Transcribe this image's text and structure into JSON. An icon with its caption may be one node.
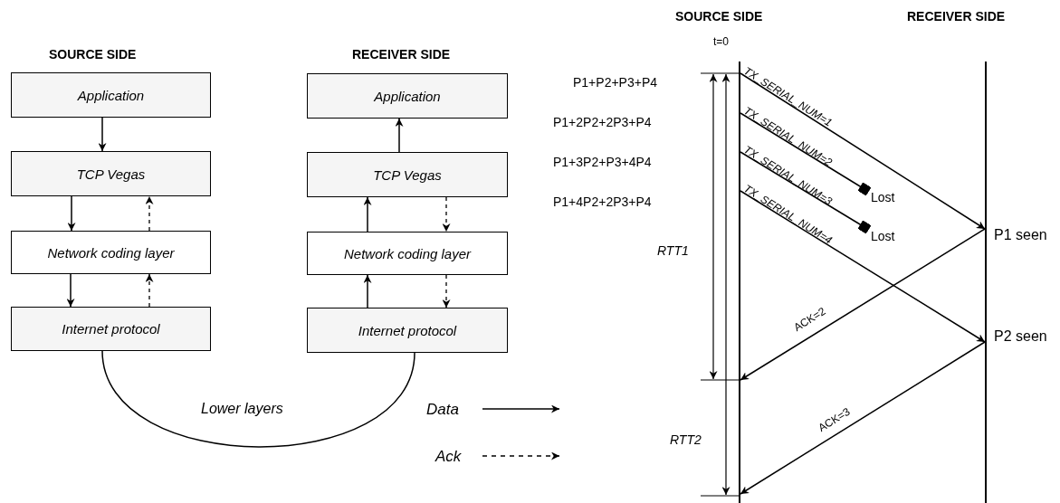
{
  "diagram": {
    "nodes": [
      {
        "text": [
          "Application"
        ]
      },
      {
        "text": [
          "TCP Vegas"
        ]
      },
      {
        "text": [
          "Network coding layer"
        ]
      },
      {
        "text": [
          "Internet protocol"
        ]
      },
      {
        "text": [
          "Application"
        ]
      },
      {
        "text": [
          "TCP Vegas"
        ]
      },
      {
        "text": [
          "Network coding layer"
        ]
      },
      {
        "text": [
          "Internet protocol"
        ]
      },
      {
        "text": [],
        "shape": "bar"
      },
      {
        "text": [],
        "shape": "bar"
      },
      {
        "text": [
          "Lost"
        ]
      },
      {
        "text": [
          "Lost"
        ]
      }
    ],
    "edges": [
      {
        "from": 0,
        "to": 1,
        "arrow": "to"
      },
      {
        "from": 1,
        "to": 2,
        "arrow": "to"
      },
      {
        "from": 2,
        "to": 1,
        "arrow": "to",
        "style": "dashed"
      },
      {
        "from": 2,
        "to": 3,
        "arrow": "to"
      },
      {
        "from": 3,
        "to": 2,
        "arrow": "to",
        "style": "dashed"
      },
      {
        "from": 5,
        "to": 4,
        "arrow": "to"
      },
      {
        "from": 6,
        "to": 5,
        "arrow": "to"
      },
      {
        "from": 5,
        "to": 6,
        "arrow": "to",
        "style": "dashed"
      },
      {
        "from": 7,
        "to": 6,
        "arrow": "to"
      },
      {
        "from": 6,
        "to": 7,
        "arrow": "to",
        "style": "dashed"
      },
      {
        "from": 3,
        "to": 7,
        "arrow": "none",
        "label": "Lower layers"
      },
      {
        "from": 8,
        "to": 9,
        "arrow": "to",
        "label": "TX_SERIAL_NUM=1"
      },
      {
        "from": 8,
        "to": 10,
        "arrow": "other",
        "label": "TX_SERIAL_NUM=2"
      },
      {
        "from": 8,
        "to": 11,
        "arrow": "other",
        "label": "TX_SERIAL_NUM=3"
      },
      {
        "from": 8,
        "to": 9,
        "arrow": "to",
        "label": "TX_SERIAL_NUM=4"
      },
      {
        "from": 9,
        "to": 8,
        "arrow": "to",
        "label": "ACK=2"
      },
      {
        "from": 9,
        "to": 8,
        "arrow": "to",
        "label": "ACK=3"
      }
    ],
    "labels": [
      "SOURCE SIDE",
      "RECEIVER SIDE",
      "SOURCE SIDE",
      "RECEIVER SIDE",
      "t=0",
      "P1+P2+P3+P4",
      "P1+2P2+2P3+P4",
      "P1+3P2+P3+4P4",
      "P1+4P2+2P3+P4",
      "P1 seen",
      "RTT1",
      "P2 seen",
      "RTT2"
    ],
    "legend": [
      {
        "text": "Data"
      },
      {
        "text": "Ack"
      }
    ]
  }
}
